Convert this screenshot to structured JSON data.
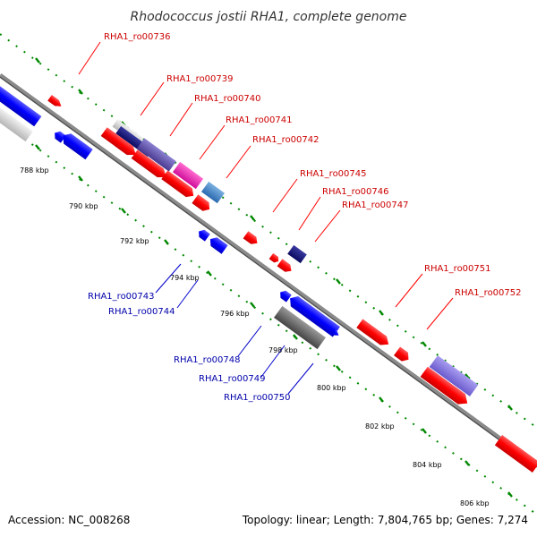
{
  "map": {
    "title": "Rhodococcus jostii RHA1, complete genome",
    "accession": "Accession: NC_008268",
    "topology": "Topology: linear; Length: 7,804,765 bp; Genes: 7,274"
  },
  "ticks": [
    "788 kbp",
    "790 kbp",
    "792 kbp",
    "794 kbp",
    "796 kbp",
    "798 kbp",
    "800 kbp",
    "802 kbp",
    "804 kbp",
    "806 kbp"
  ],
  "top_labels": [
    "RHA1_ro00736",
    "RHA1_ro00739",
    "RHA1_ro00740",
    "RHA1_ro00741",
    "RHA1_ro00742",
    "RHA1_ro00745",
    "RHA1_ro00746",
    "RHA1_ro00747",
    "RHA1_ro00751",
    "RHA1_ro00752"
  ],
  "bottom_labels": [
    "RHA1_ro00743",
    "RHA1_ro00744",
    "RHA1_ro00748",
    "RHA1_ro00749",
    "RHA1_ro00750"
  ],
  "colors": {
    "forward_cds": "#ff0000",
    "reverse_cds": "#0000ff",
    "backbone": "#888888",
    "dotted_lane": "#008800",
    "top_label": "#cc0000",
    "bottom_label": "#0000aa"
  }
}
